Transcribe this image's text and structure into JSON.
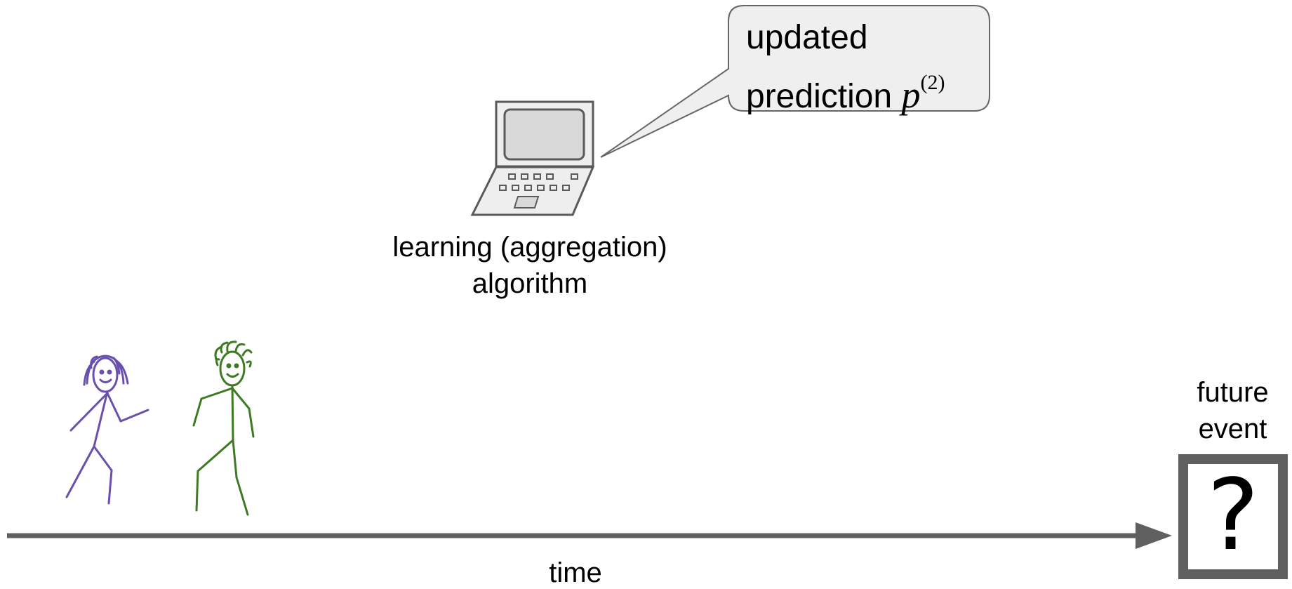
{
  "bubble": {
    "line1": "updated",
    "line2": "prediction",
    "symbol": "p",
    "superscript": "(2)"
  },
  "algorithm_label": {
    "line1": "learning (aggregation)",
    "line2": "algorithm"
  },
  "future_event": {
    "line1": "future",
    "line2": "event",
    "symbol": "?"
  },
  "time_label": "time",
  "colors": {
    "agent_1": "#6a4fae",
    "agent_2": "#3e7a23",
    "arrow": "#606060",
    "laptop_stroke": "#5a5a5a",
    "laptop_fill": "#eeeeee",
    "screen_fill": "#d9d9d9",
    "bubble_fill": "#efefef"
  },
  "icons": [
    "laptop-icon",
    "stick-figure-icon",
    "arrow-icon",
    "question-box-icon"
  ]
}
